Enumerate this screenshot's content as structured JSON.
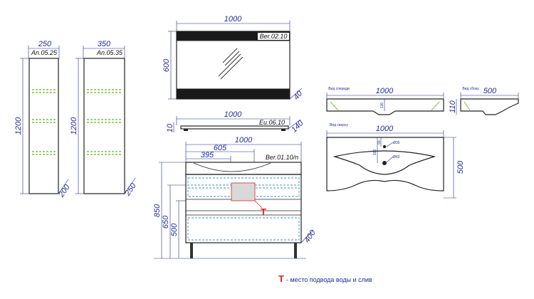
{
  "cabinet_narrow": {
    "code": "An.05.25",
    "width": "250",
    "height": "1200",
    "depth": "200"
  },
  "cabinet_wide": {
    "code": "An.05.35",
    "width": "350",
    "height": "1200",
    "depth": "250"
  },
  "mirror": {
    "code": "Ber.02.10",
    "width": "1000",
    "height": "600",
    "depth": "40"
  },
  "shelf": {
    "code": "Eu.06.10",
    "width": "1000",
    "height": "10",
    "depth": "140"
  },
  "vanity": {
    "code": "Ber.01.10/n",
    "width": "1000",
    "dim_605": "605",
    "dim_395": "395",
    "dim_850": "850",
    "dim_650": "650",
    "dim_500": "500",
    "depth": "400",
    "marker": "T"
  },
  "sink_front": {
    "label": "Вид спереди",
    "width": "1000",
    "height": "110",
    "small_dim": "130"
  },
  "sink_side": {
    "label": "Вид сбоку",
    "width": "500",
    "height": "110"
  },
  "sink_top": {
    "label": "Вид сверху",
    "width": "1000",
    "depth": "500",
    "small_dim_a": "160",
    "small_dim_b": "55",
    "hole_a": "Ø35",
    "hole_b": "Ø43"
  },
  "legend": {
    "mark": "T",
    "text": "- место подвода воды и слив"
  },
  "colors": {
    "dimension": "#1f2f9a",
    "shelf_marks": "#7fc241",
    "drawer_dash": "#3a8fd6",
    "plumbing": "#e0271f"
  }
}
